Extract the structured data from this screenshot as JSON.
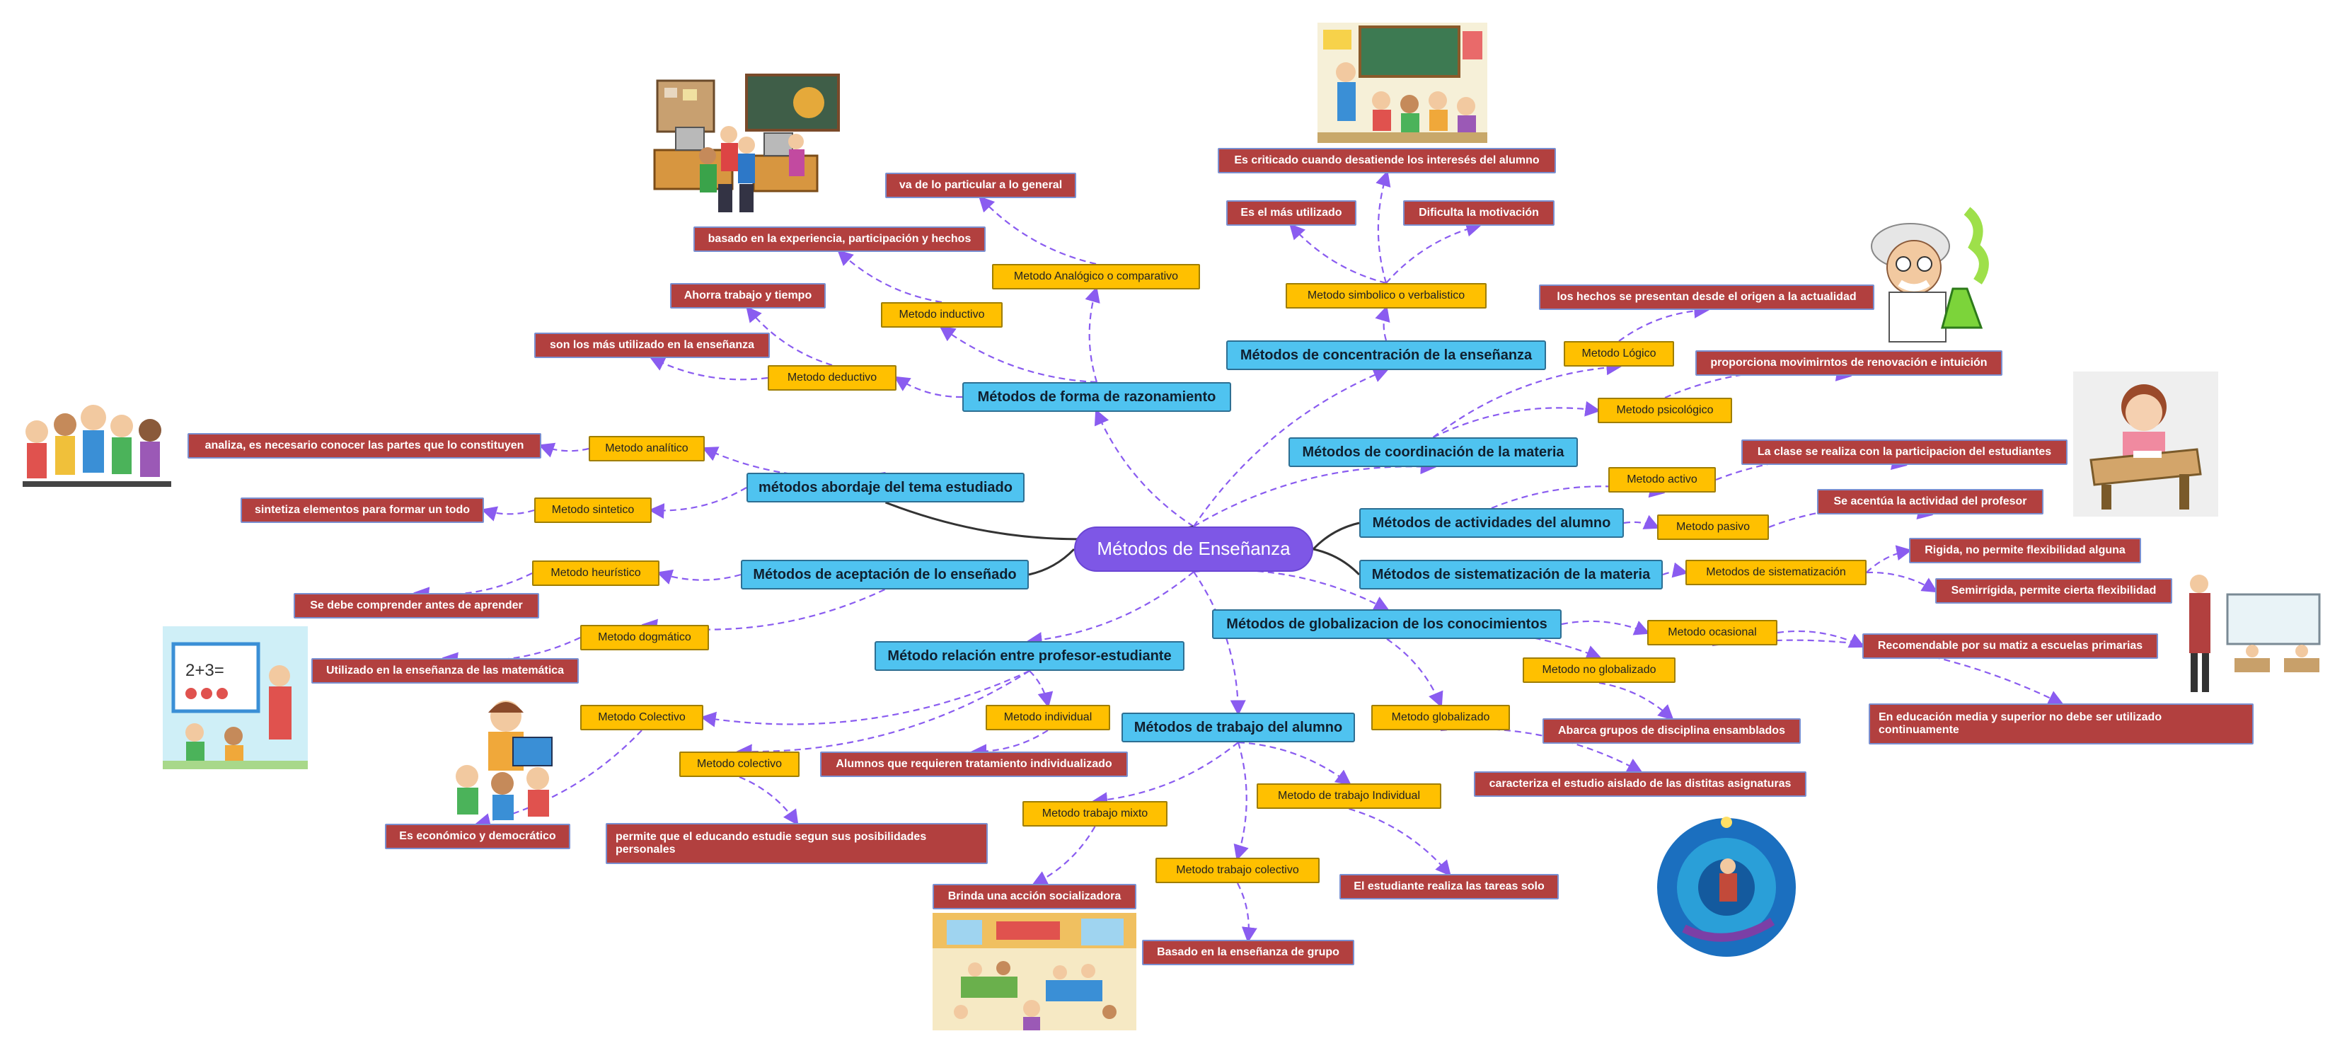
{
  "colors": {
    "central": "#7e57e6",
    "branch": "#4fc3f0",
    "method": "#ffc000",
    "detail": "#b2403f",
    "link_dashed": "#8a5cf0",
    "link_solid": "#333333"
  },
  "central": "Métodos  de Enseñanza",
  "branches": {
    "forma_razonamiento": "Métodos de forma de razonamiento",
    "abordaje": "métodos abordaje del tema estudiado",
    "aceptacion": "Métodos de aceptación de lo enseñado",
    "relacion": "Método relación entre profesor-estudiante",
    "trabajo_alumno": "Métodos de trabajo del alumno",
    "globalizacion": "Métodos de globalizacion de los conocimientos",
    "sistematizacion": "Métodos de sistematización de la materia",
    "actividades": "Métodos de actividades del alumno",
    "coordinacion": "Métodos de coordinación de la materia",
    "concentracion": "Métodos de concentración de la enseñanza"
  },
  "methods": {
    "analogico": "Metodo Analógico o comparativo",
    "inductivo": "Metodo inductivo",
    "deductivo": "Metodo deductivo",
    "analitico": "Metodo analítico",
    "sintetico": "Metodo sintetico",
    "heuristico": "Metodo heurístico",
    "dogmatico": "Metodo dogmático",
    "colectivo_mayus": "Metodo Colectivo",
    "colectivo": "Metodo colectivo",
    "individual": "Metodo individual",
    "trabajo_mixto": "Metodo trabajo mixto",
    "trabajo_colectivo": "Metodo trabajo colectivo",
    "trabajo_individual": "Metodo de trabajo Individual",
    "globalizado": "Metodo globalizado",
    "no_globalizado": "Metodo no globalizado",
    "ocasional": "Metodo ocasional",
    "de_sistematizacion": "Metodos de sistematización",
    "pasivo": "Metodo pasivo",
    "activo": "Metodo activo",
    "psicologico": "Metodo psicológico",
    "logico": "Metodo Lógico",
    "simbolico": "Metodo simbolico o verbalistico"
  },
  "details": {
    "particular_general": "va de lo particular a lo general",
    "experiencia": "basado en la experiencia, participación y hechos",
    "ahorra": "Ahorra trabajo y tiempo",
    "mas_utilizado_ensenanza": "son los más utilizado en la enseñanza",
    "analiza": "analiza, es necesario conocer las partes que lo constituyen",
    "sintetiza": "sintetiza elementos para formar un todo",
    "comprender": "Se debe comprender antes de aprender",
    "matematica": "Utilizado en la enseñanza de las matemática",
    "economico": "Es económico y democrático",
    "posibilidades": "permite que el educando estudie segun sus posibilidades personales",
    "individualizado": "Alumnos que requieren tratamiento individualizado",
    "socializadora": "Brinda una acción socializadora",
    "grupo": "Basado en la enseñanza de grupo",
    "solo": "El estudiante realiza las tareas solo",
    "aislado": "caracteriza el estudio aislado de las distitas asignaturas",
    "abarca": "Abarca grupos de disciplina ensamblados",
    "media_superior": "En educación media y superior no debe ser utilizado continuamente",
    "primarias": "Recomendable por su matiz a escuelas primarias",
    "semirrigida": "Semirrígida, permite cierta flexibilidad",
    "rigida": "Rigida, no permite flexibilidad alguna",
    "acentua": "Se acentúa la actividad del profesor",
    "participacion": "La clase se realiza con la participacion del estudiantes",
    "renovacion": "proporciona movimirntos de renovación e intuición",
    "hechos_origen": "los hechos se presentan desde el origen a la actualidad",
    "motivacion": "Dificulta la motivación",
    "mas_utilizado": "Es el más utilizado",
    "criticado": "Es criticado cuando desatiende los interesés del alumno"
  }
}
